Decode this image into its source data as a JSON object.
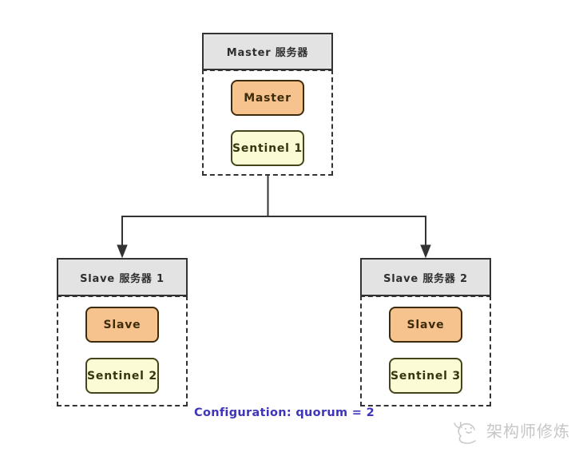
{
  "diagram": {
    "groups": [
      {
        "id": "master",
        "header": "Master 服务器",
        "nodes": [
          {
            "label": "Master",
            "type": "primary"
          },
          {
            "label": "Sentinel 1",
            "type": "sentinel"
          }
        ]
      },
      {
        "id": "slave1",
        "header": "Slave 服务器 1",
        "nodes": [
          {
            "label": "Slave",
            "type": "primary"
          },
          {
            "label": "Sentinel 2",
            "type": "sentinel"
          }
        ]
      },
      {
        "id": "slave2",
        "header": "Slave 服务器 2",
        "nodes": [
          {
            "label": "Slave",
            "type": "primary"
          },
          {
            "label": "Sentinel 3",
            "type": "sentinel"
          }
        ]
      }
    ],
    "caption": "Configuration: quorum = 2",
    "watermark": {
      "text": "架构师修炼",
      "logo_icon": "bird-sketch-icon"
    },
    "colors": {
      "header_fill": "#e3e3e3",
      "primary_node_fill": "#f6c28e",
      "sentinel_node_fill": "#fbfbd5",
      "line_and_border": "#333333",
      "caption_text": "#3d35bb",
      "watermark_text": "#c6c6c6"
    }
  }
}
